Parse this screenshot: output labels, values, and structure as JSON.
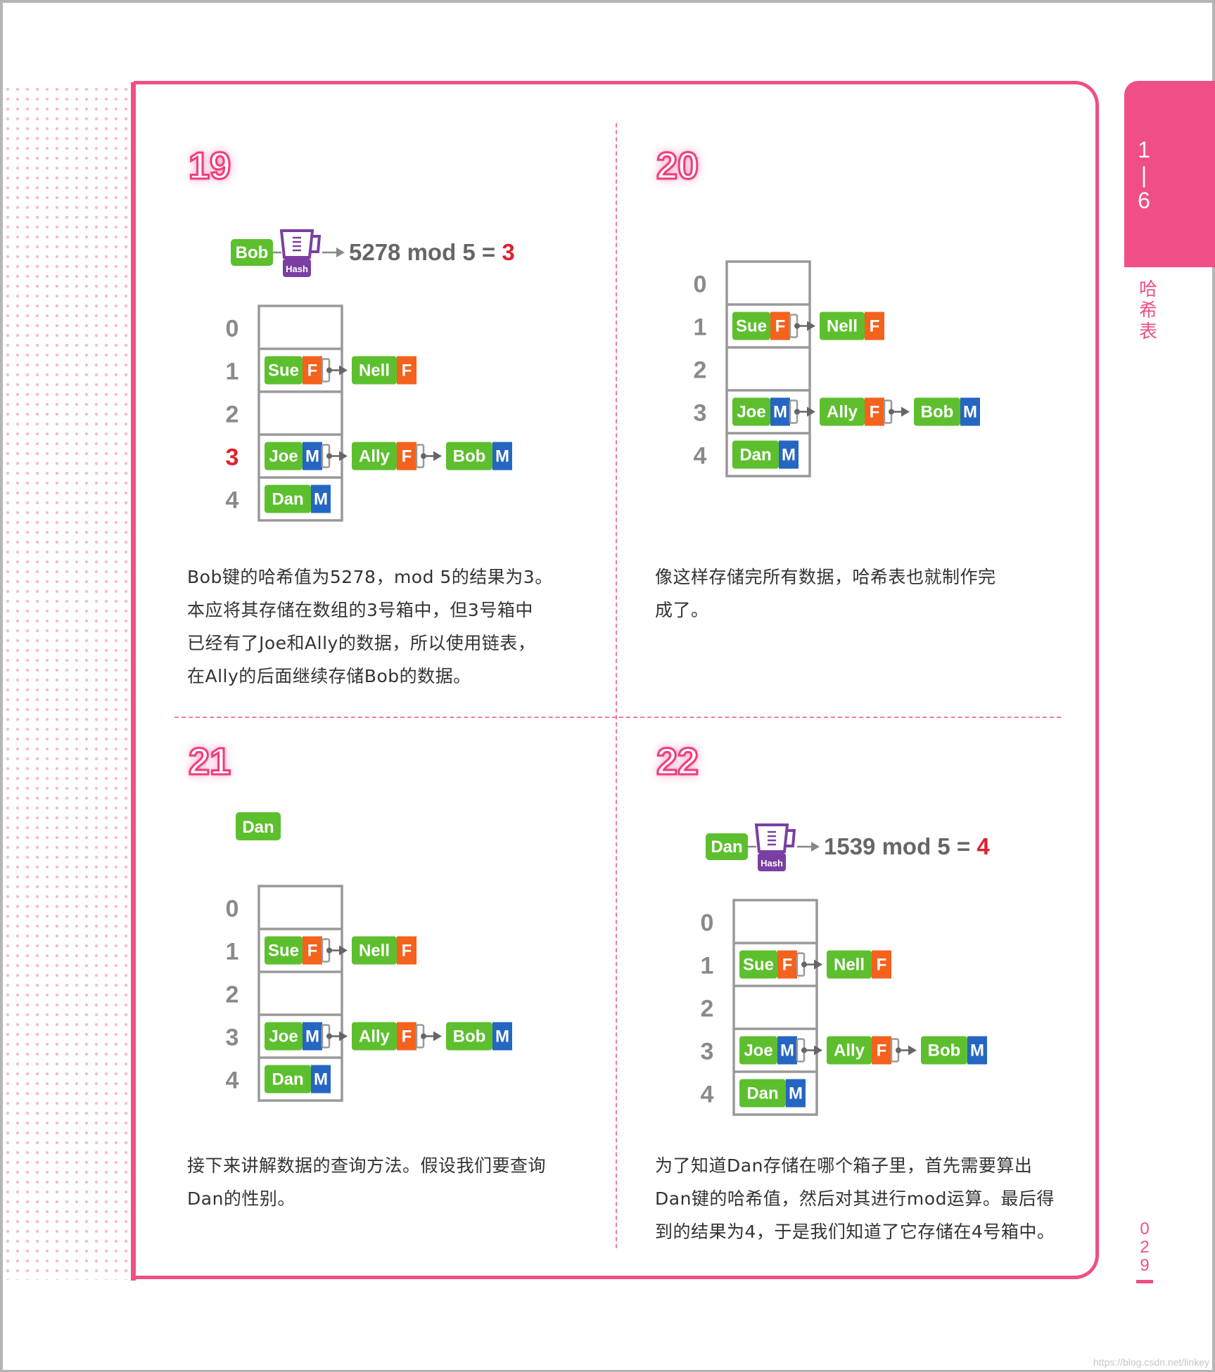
{
  "side_tab": {
    "number": "1\n|\n6",
    "title": [
      "哈",
      "希",
      "表"
    ]
  },
  "page_number": [
    "0",
    "2",
    "9"
  ],
  "steps": [
    {
      "number": "19",
      "hash": {
        "key": "Bob",
        "icon_label": "Hash",
        "expression": "5278 mod 5 = ",
        "result": "3"
      },
      "highlight_index": 3,
      "table": {
        "indices": [
          "0",
          "1",
          "2",
          "3",
          "4"
        ],
        "rows": [
          [],
          [
            {
              "name": "Sue",
              "sex": "F"
            },
            {
              "name": "Nell",
              "sex": "F"
            }
          ],
          [],
          [
            {
              "name": "Joe",
              "sex": "M"
            },
            {
              "name": "Ally",
              "sex": "F"
            },
            {
              "name": "Bob",
              "sex": "M"
            }
          ],
          [
            {
              "name": "Dan",
              "sex": "M"
            }
          ]
        ]
      },
      "text": [
        "Bob键的哈希值为5278，mod 5的结果为3。",
        "本应将其存储在数组的3号箱中，但3号箱中",
        "已经有了Joe和Ally的数据，所以使用链表，",
        "在Ally的后面继续存储Bob的数据。"
      ]
    },
    {
      "number": "20",
      "highlight_index": -1,
      "table": {
        "indices": [
          "0",
          "1",
          "2",
          "3",
          "4"
        ],
        "rows": [
          [],
          [
            {
              "name": "Sue",
              "sex": "F"
            },
            {
              "name": "Nell",
              "sex": "F"
            }
          ],
          [],
          [
            {
              "name": "Joe",
              "sex": "M"
            },
            {
              "name": "Ally",
              "sex": "F"
            },
            {
              "name": "Bob",
              "sex": "M"
            }
          ],
          [
            {
              "name": "Dan",
              "sex": "M"
            }
          ]
        ]
      },
      "text": [
        "像这样存储完所有数据，哈希表也就制作完",
        "成了。"
      ]
    },
    {
      "number": "21",
      "key_only": "Dan",
      "highlight_index": -1,
      "table": {
        "indices": [
          "0",
          "1",
          "2",
          "3",
          "4"
        ],
        "rows": [
          [],
          [
            {
              "name": "Sue",
              "sex": "F"
            },
            {
              "name": "Nell",
              "sex": "F"
            }
          ],
          [],
          [
            {
              "name": "Joe",
              "sex": "M"
            },
            {
              "name": "Ally",
              "sex": "F"
            },
            {
              "name": "Bob",
              "sex": "M"
            }
          ],
          [
            {
              "name": "Dan",
              "sex": "M"
            }
          ]
        ]
      },
      "text": [
        "接下来讲解数据的查询方法。假设我们要查询",
        "Dan的性别。"
      ]
    },
    {
      "number": "22",
      "hash": {
        "key": "Dan",
        "icon_label": "Hash",
        "expression": "1539 mod 5 = ",
        "result": "4"
      },
      "highlight_index": -1,
      "table": {
        "indices": [
          "0",
          "1",
          "2",
          "3",
          "4"
        ],
        "rows": [
          [],
          [
            {
              "name": "Sue",
              "sex": "F"
            },
            {
              "name": "Nell",
              "sex": "F"
            }
          ],
          [],
          [
            {
              "name": "Joe",
              "sex": "M"
            },
            {
              "name": "Ally",
              "sex": "F"
            },
            {
              "name": "Bob",
              "sex": "M"
            }
          ],
          [
            {
              "name": "Dan",
              "sex": "M"
            }
          ]
        ]
      },
      "text": [
        "为了知道Dan存储在哪个箱子里，首先需要算出",
        "Dan键的哈希值，然后对其进行mod运算。最后得",
        "到的结果为4，于是我们知道了它存储在4号箱中。"
      ]
    }
  ],
  "colors": {
    "pink": "#ef4f86",
    "green": "#5dbf2e",
    "orange": "#f4621c",
    "blue": "#2566c2",
    "purple": "#7a3fa0",
    "gray": "#8a8a8a",
    "red": "#e0202c"
  },
  "watermark": "https://blog.csdn.net/linkey"
}
